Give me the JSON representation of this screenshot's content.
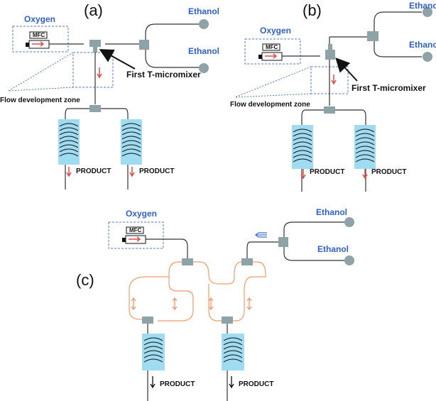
{
  "panels": {
    "a": {
      "label": "(a)"
    },
    "b": {
      "label": "(b)"
    },
    "c": {
      "label": "(c)"
    }
  },
  "labels": {
    "oxygen": "Oxygen",
    "ethanol": "Ethanol",
    "mfc": "MFC",
    "first_t_micromixer": "First T-micromixer",
    "flow_development_zone": "Flow development zone",
    "product": "PRODUCT"
  },
  "colors": {
    "gas_label": "#2f5fc8",
    "tube": "#333333",
    "orange_tube": "#f29b6b",
    "connector": "#8ea3a8",
    "reactor_bg": "#9fdcf2",
    "dashed_box": "#4f79cf",
    "red_arrow": "#e04a4a",
    "blue_arrow": "#3f6fcc"
  }
}
